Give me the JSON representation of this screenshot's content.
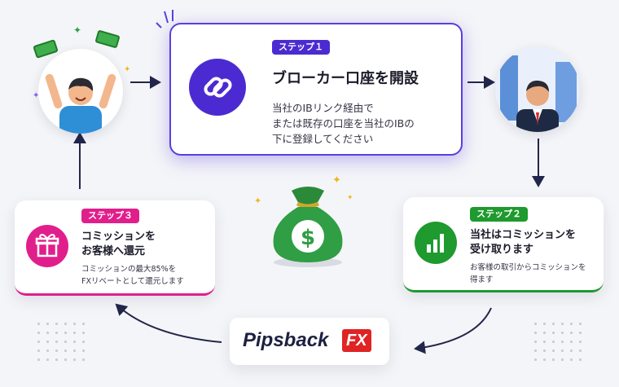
{
  "step1": {
    "badge": "ステップ１",
    "title": "ブローカー口座を開設",
    "desc_line1": "当社のIBリンク経由で",
    "desc_line2": "または既存の口座を当社のIBの",
    "desc_line3": "下に登録してください",
    "color": "#4b2bd1"
  },
  "step2": {
    "badge": "ステップ２",
    "title_line1": "当社はコミッションを",
    "title_line2": "受け取ります",
    "desc_line1": "お客様の取引からコミッションを",
    "desc_line2": "得ます",
    "color": "#1e9a2e"
  },
  "step3": {
    "badge": "ステップ３",
    "title_line1": "コミッションを",
    "title_line2": "お客様へ還元",
    "desc_line1": "コミッションの最大85%を",
    "desc_line2": "FXリベートとして還元します",
    "color": "#e01f8c"
  },
  "logo": {
    "text": "Pipsback",
    "suffix": "FX"
  },
  "icons": {
    "step1": "link-icon",
    "step2": "bar-chart-icon",
    "step3": "gift-icon",
    "center": "money-bag-icon"
  }
}
